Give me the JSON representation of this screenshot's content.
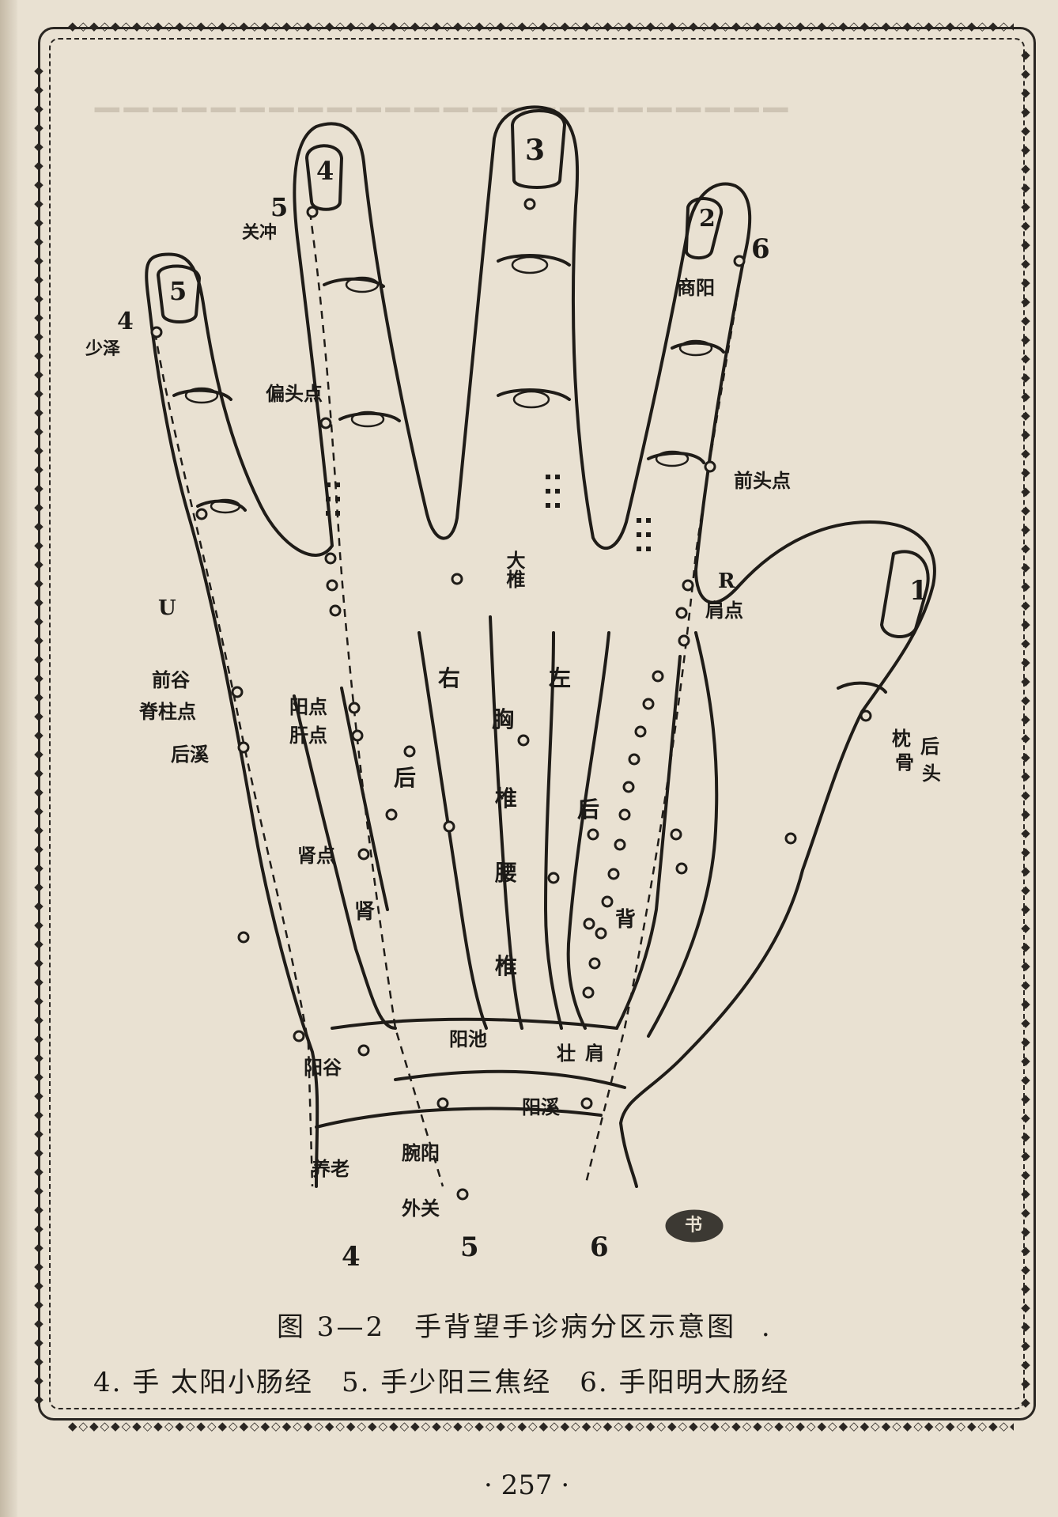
{
  "page_number": "· 257 ·",
  "figure": {
    "title": "图 3—2　手背望手诊病分区示意图",
    "title_trailing_dot": ".",
    "legend": "4. 手 太阳小肠经　5. 手少阳三焦经　6. 手阳明大肠经"
  },
  "finger_numbers": {
    "thumb": "1",
    "index": "2",
    "middle": "3",
    "ring": "4",
    "little": "5"
  },
  "meridian_numbers": {
    "ring_top": "5",
    "little_top": "4",
    "index_top": "6",
    "wrist_4": "4",
    "wrist_5": "5",
    "wrist_6": "6"
  },
  "labels": {
    "guanchong": "关冲",
    "shaoze": "少泽",
    "shangyang": "商阳",
    "piantou": "偏头点",
    "qiantou": "前头点",
    "dazhui": "大椎",
    "u_mark": "U",
    "r_mark": "R",
    "jiandian": "肩点",
    "qiangu": "前谷",
    "jizhui": "脊柱点",
    "houxi": "后溪",
    "you": "右",
    "zuo": "左",
    "xiong": "胸",
    "zhui1": "椎",
    "zhui2": "椎",
    "yao": "腰",
    "hou_mid": "后",
    "hou_right": "后",
    "beidian": "背",
    "yangdian": "阳点",
    "gandian": "肝点",
    "shendian": "肾点",
    "shen": "肾",
    "zhen": "枕",
    "gu": "骨",
    "hou_thumb": "后",
    "tou": "头",
    "yangchi": "阳池",
    "jianjian": "肩",
    "zhuang": "壮",
    "yanggu": "阳谷",
    "yangxi": "阳溪",
    "yanglao": "养老",
    "wanyang": "腕阳",
    "waiguan": "外关"
  },
  "stamp_text": "书"
}
